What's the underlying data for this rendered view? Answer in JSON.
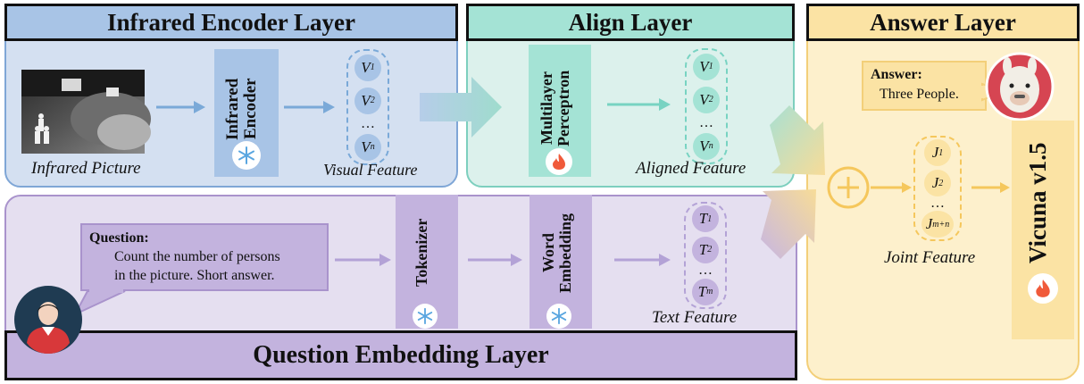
{
  "colors": {
    "infrared_bg": "#d4e0f1",
    "infrared_border": "#7fa6d6",
    "infrared_accent": "#7aa9d8",
    "align_bg": "#dcf1ec",
    "align_border": "#7dcfbe",
    "align_accent": "#78d3c2",
    "question_bg": "#e5dff0",
    "question_border": "#a993cc",
    "question_accent": "#b3a2d6",
    "answer_bg": "#fdf0cc",
    "answer_border": "#f3cf79",
    "answer_accent": "#f5c75c",
    "header_infrared": "#a8c4e6",
    "header_align": "#a4e3d5",
    "header_answer": "#fbe3a4",
    "header_question": "#c3b3de"
  },
  "headers": {
    "infrared": "Infrared Encoder Layer",
    "align": "Align Layer",
    "answer": "Answer Layer",
    "question": "Question Embedding Layer"
  },
  "modules": {
    "infrared_encoder": "Infrared Encoder",
    "mlp": "Multilayer Perceptron",
    "tokenizer": "Tokenizer",
    "word_embedding": "Word Embedding",
    "vicuna": "Vicuna v1.5"
  },
  "captions": {
    "infrared_picture": "Infrared Picture",
    "visual_feature": "Visual Feature",
    "aligned_feature": "Aligned Feature",
    "text_feature": "Text Feature",
    "joint_feature": "Joint Feature"
  },
  "tokens": {
    "visual": [
      {
        "letter": "V",
        "sub": "1"
      },
      {
        "letter": "V",
        "sub": "2"
      },
      {
        "letter": "V",
        "sub": "n"
      }
    ],
    "aligned": [
      {
        "letter": "V",
        "sub": "1"
      },
      {
        "letter": "V",
        "sub": "2"
      },
      {
        "letter": "V",
        "sub": "n"
      }
    ],
    "text": [
      {
        "letter": "T",
        "sub": "1"
      },
      {
        "letter": "T",
        "sub": "2"
      },
      {
        "letter": "T",
        "sub": "m"
      }
    ],
    "joint": [
      {
        "letter": "J",
        "sub": "1"
      },
      {
        "letter": "J",
        "sub": "2"
      },
      {
        "letter": "J",
        "sub": "m+n"
      }
    ],
    "ellipsis": "…"
  },
  "question": {
    "title": "Question:",
    "line1": "Count the number of persons",
    "line2": "in the picture. Short answer."
  },
  "answer": {
    "title": "Answer:",
    "text": "Three People."
  },
  "icons": {
    "frozen": "snowflake-icon",
    "trainable": "flame-icon",
    "fusion": "plus-circle-icon",
    "user": "user-avatar-icon",
    "llama": "llama-avatar-icon"
  }
}
